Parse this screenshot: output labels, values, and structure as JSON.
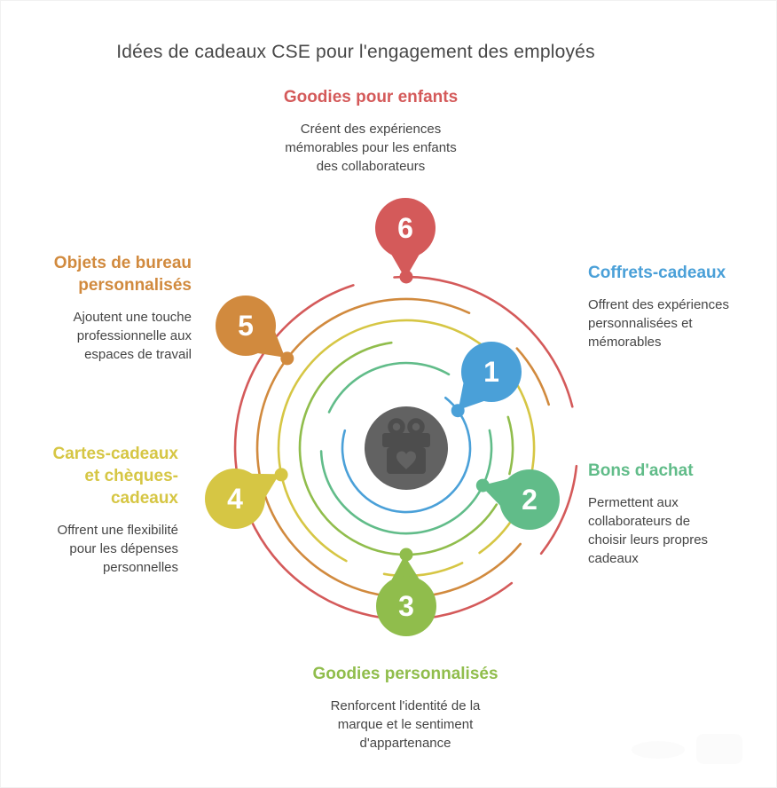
{
  "title": "Idées de cadeaux CSE pour l'engagement des employés",
  "center_icon": "gift-heart-icon",
  "colors": {
    "title_text": "#474747",
    "body_text": "#454545",
    "center_circle": "#626262",
    "center_icon": "#4d4d4d",
    "number_text": "#ffffff"
  },
  "items": [
    {
      "number": "1",
      "label": "Coffrets-cadeaux",
      "label_lines": [
        "Coffrets-cadeaux"
      ],
      "description_lines": [
        "Offrent des expériences",
        "personnalisées et",
        "mémorables"
      ],
      "color": "#4aa0d8"
    },
    {
      "number": "2",
      "label": "Bons d'achat",
      "label_lines": [
        "Bons d'achat"
      ],
      "description_lines": [
        "Permettent aux",
        "collaborateurs de",
        "choisir leurs propres",
        "cadeaux"
      ],
      "color": "#61bc89"
    },
    {
      "number": "3",
      "label": "Goodies personnalisés",
      "label_lines": [
        "Goodies personnalisés"
      ],
      "description_lines": [
        "Renforcent l'identité de la",
        "marque et le sentiment",
        "d'appartenance"
      ],
      "color": "#90bd4c"
    },
    {
      "number": "4",
      "label": "Cartes-cadeaux et chèques-cadeaux",
      "label_lines": [
        "Cartes-cadeaux",
        "et chèques-",
        "cadeaux"
      ],
      "description_lines": [
        "Offrent une flexibilité",
        "pour les dépenses",
        "personnelles"
      ],
      "color": "#d6c644"
    },
    {
      "number": "5",
      "label": "Objets de bureau personnalisés",
      "label_lines": [
        "Objets de bureau",
        "personnalisés"
      ],
      "description_lines": [
        "Ajoutent une touche",
        "professionnelle aux",
        "espaces de travail"
      ],
      "color": "#d18a3e"
    },
    {
      "number": "6",
      "label": "Goodies pour enfants",
      "label_lines": [
        "Goodies pour enfants"
      ],
      "description_lines": [
        "Créent des expériences",
        "mémorables pour les enfants",
        "des collaborateurs"
      ],
      "color": "#d45a5a"
    }
  ]
}
